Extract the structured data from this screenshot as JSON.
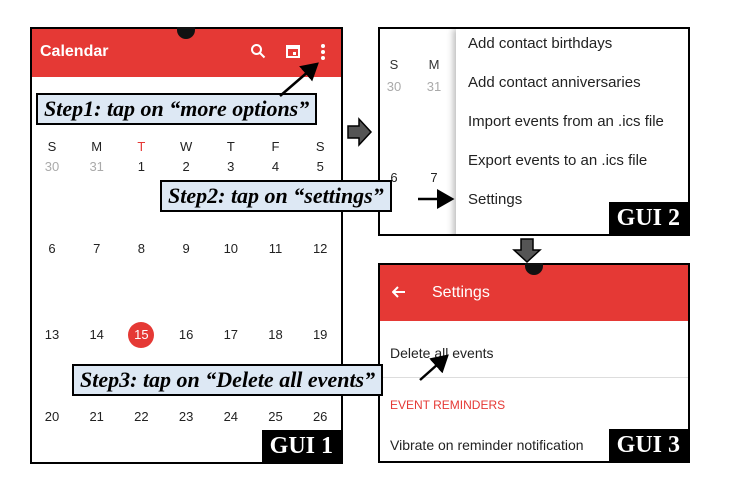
{
  "gui1": {
    "title": "Calendar",
    "label": "GUI 1",
    "icons": [
      "search-icon",
      "calendar-today-icon",
      "more-options-icon"
    ],
    "weekday_headers": [
      "S",
      "M",
      "T",
      "W",
      "T",
      "F",
      "S"
    ],
    "today_column": 2,
    "weeks": [
      [
        "30",
        "31",
        "1",
        "2",
        "3",
        "4",
        "5"
      ],
      [
        "6",
        "7",
        "8",
        "9",
        "10",
        "11",
        "12"
      ],
      [
        "13",
        "14",
        "15",
        "16",
        "17",
        "18",
        "19"
      ],
      [
        "20",
        "21",
        "22",
        "23",
        "24",
        "25",
        "26"
      ]
    ],
    "dim_days": [
      "30",
      "31"
    ],
    "selected_day": "15",
    "accent_color": "#e53935"
  },
  "gui2": {
    "label": "GUI 2",
    "bg_weekday_headers": [
      "S",
      "M"
    ],
    "bg_days": [
      "30",
      "31",
      "6",
      "7"
    ],
    "menu_items": [
      "Add contact birthdays",
      "Add contact anniversaries",
      "Import events from an .ics file",
      "Export events to an .ics file",
      "Settings"
    ]
  },
  "gui3": {
    "label": "GUI 3",
    "title": "Settings",
    "items": [
      "Delete all events",
      "Vibrate on reminder notification"
    ],
    "section_header": "EVENT REMINDERS"
  },
  "steps": {
    "step1": "Step1: tap on “more options”",
    "step2": "Step2: tap on “settings”",
    "step3": "Step3: tap on “Delete all events”"
  }
}
